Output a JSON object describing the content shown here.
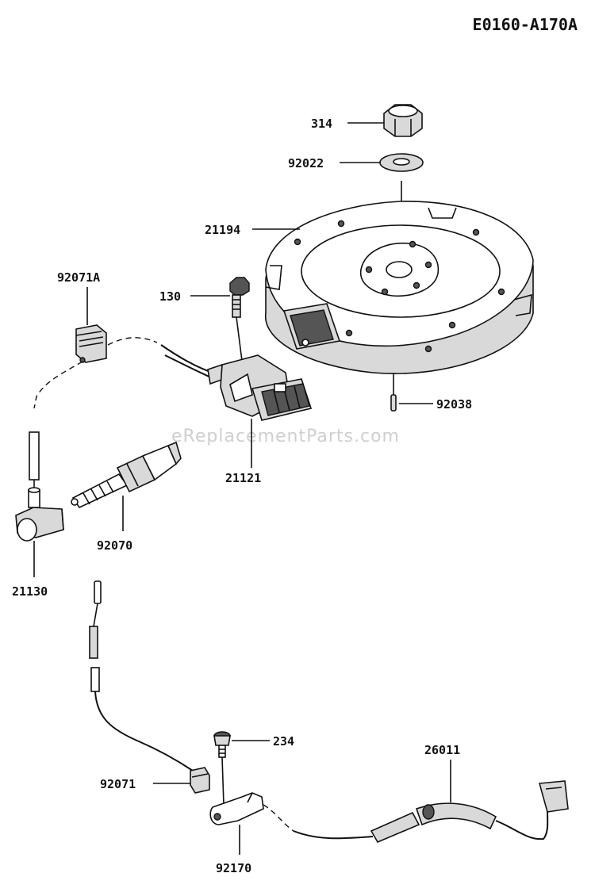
{
  "diagram": {
    "code": "E0160-A170A",
    "watermark": "eReplacementParts.com",
    "parts": [
      {
        "id": "314"
      },
      {
        "id": "92022"
      },
      {
        "id": "21194"
      },
      {
        "id": "92071A"
      },
      {
        "id": "130"
      },
      {
        "id": "92038"
      },
      {
        "id": "21121"
      },
      {
        "id": "92070"
      },
      {
        "id": "21130"
      },
      {
        "id": "234"
      },
      {
        "id": "26011"
      },
      {
        "id": "92071"
      },
      {
        "id": "92170"
      }
    ]
  }
}
